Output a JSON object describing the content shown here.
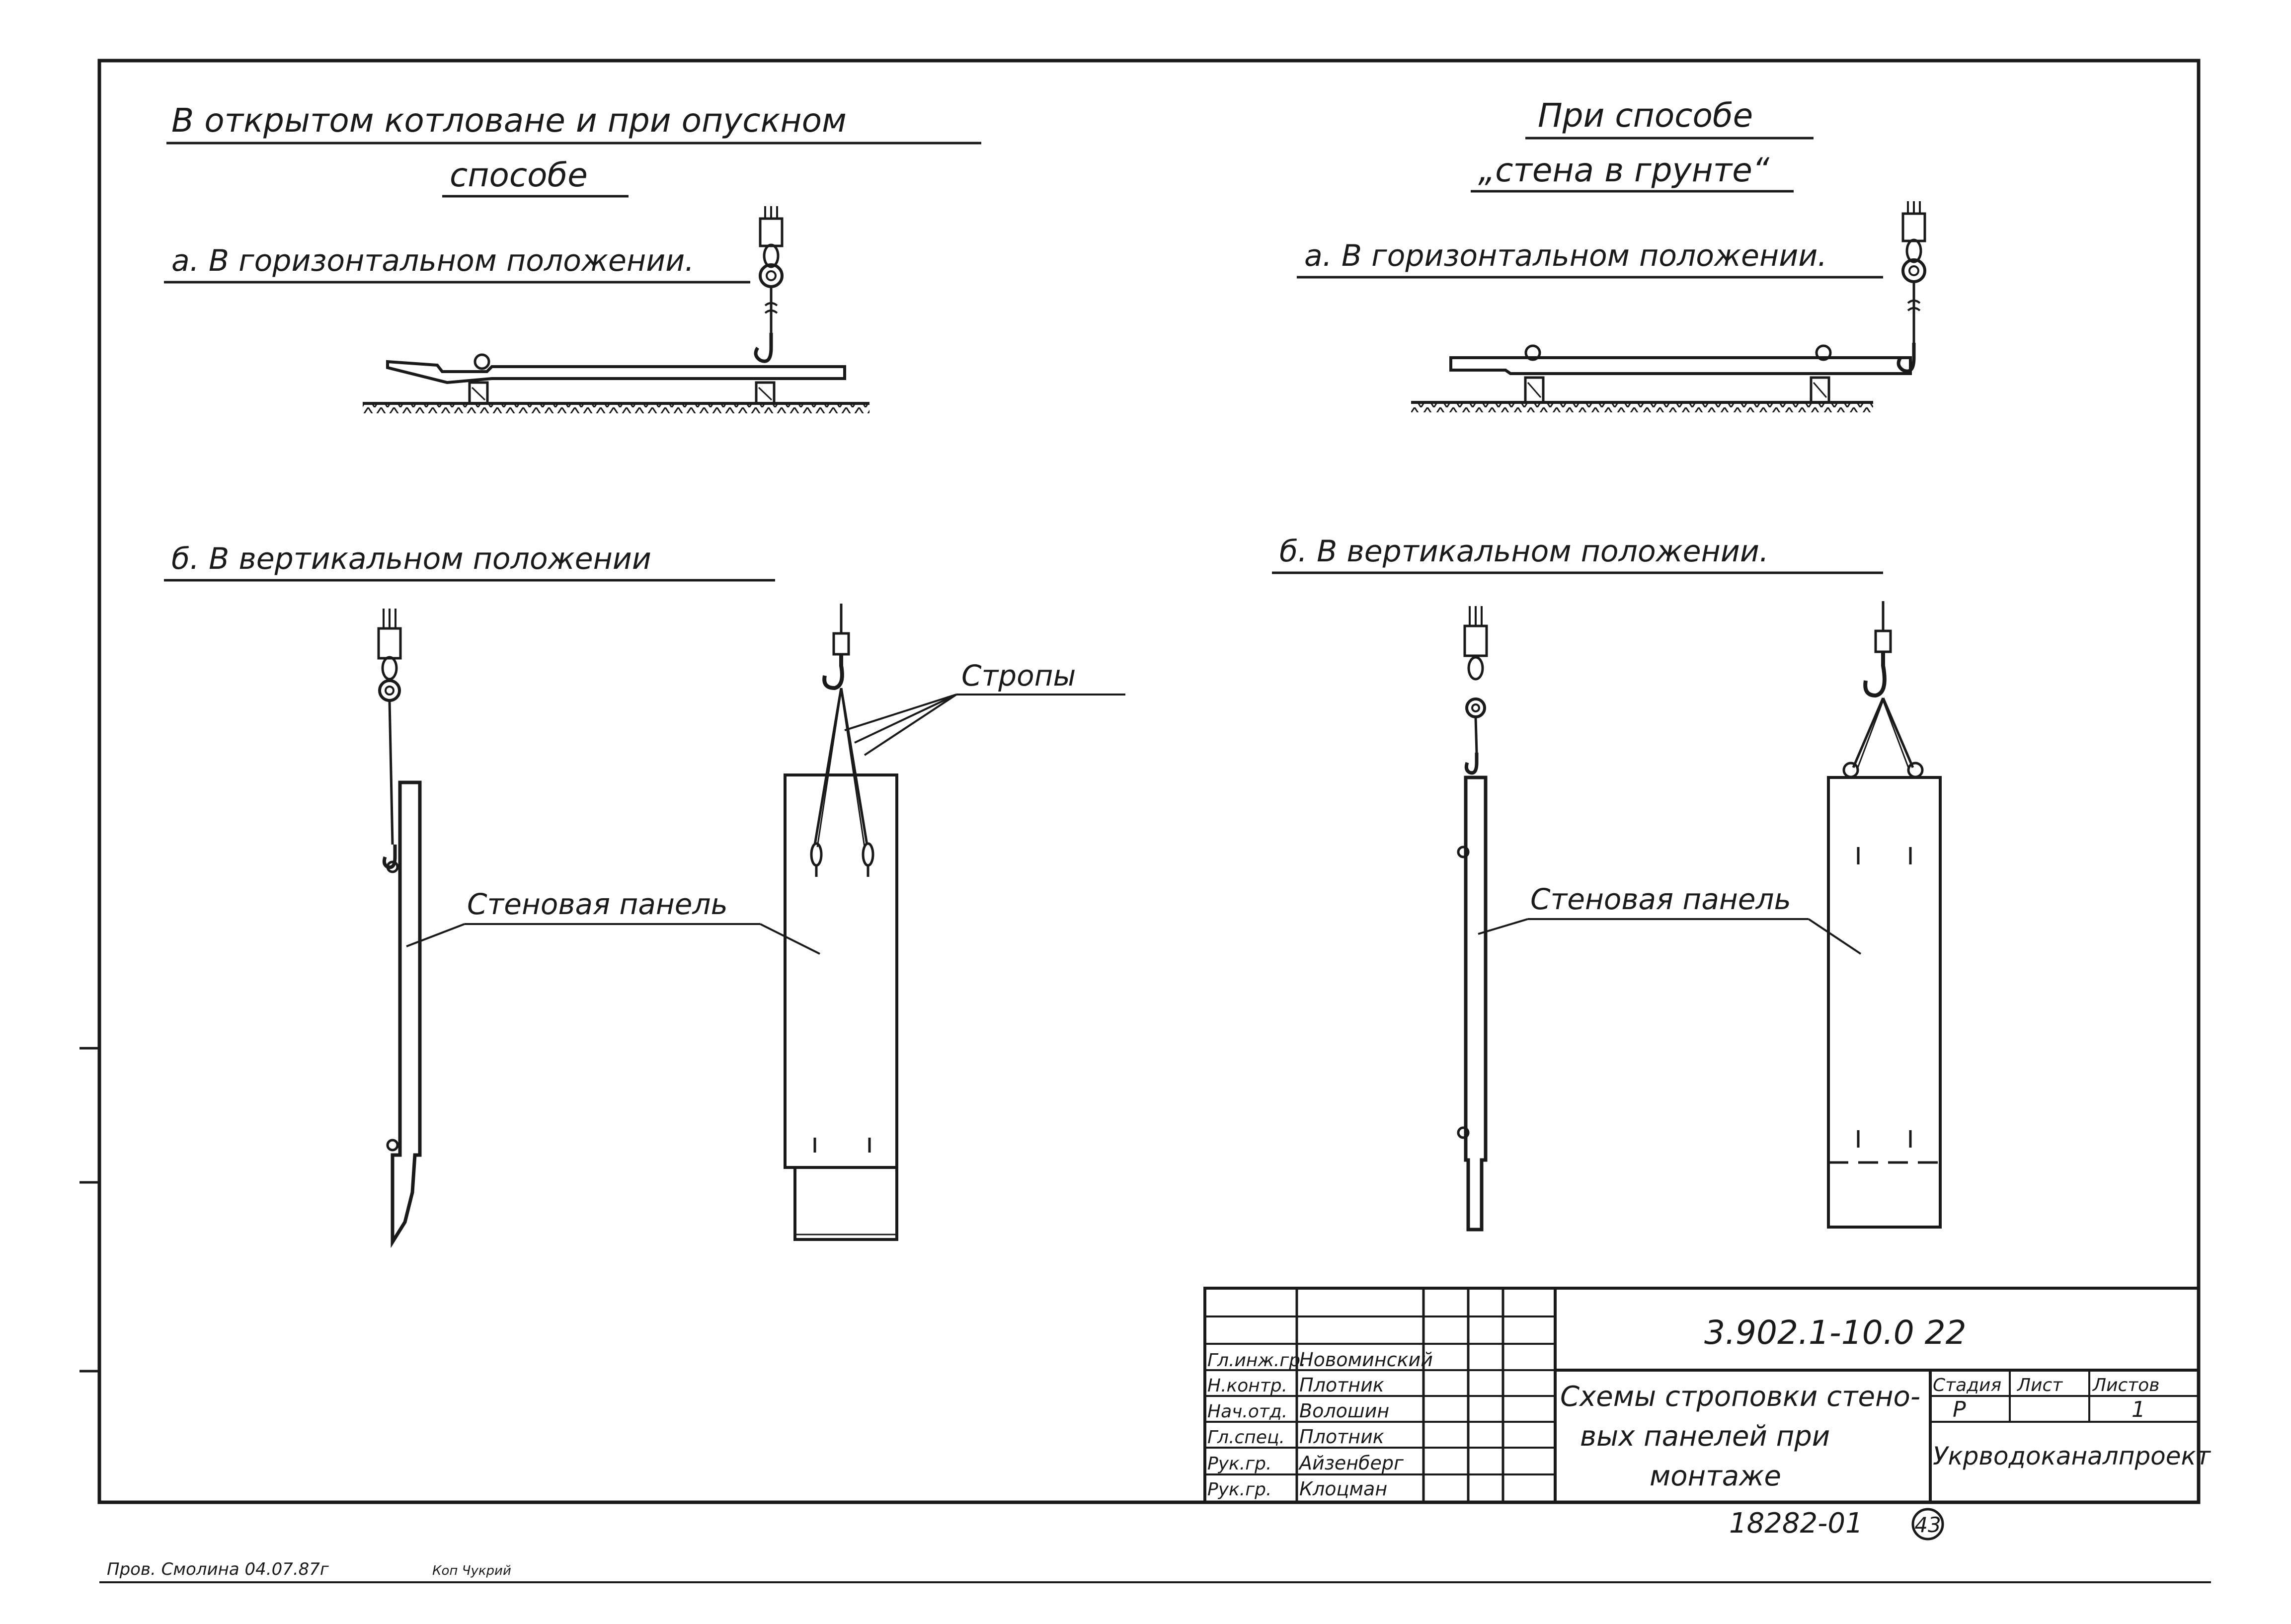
{
  "left_heading": {
    "line1": "В открытом котловане и при опускном",
    "line2": "способе"
  },
  "right_heading": {
    "line1": "При способе",
    "line2": "„стена в грунте“"
  },
  "sections": {
    "left_horizontal": "а. В горизонтальном положении.",
    "left_vertical": "б. В вертикальном положении",
    "right_horizontal": "а. В горизонтальном положении.",
    "right_vertical": "б. В вертикальном положении."
  },
  "callouts": {
    "slings": "Стропы",
    "wall_panel_left": "Стеновая панель",
    "wall_panel_right": "Стеновая панель"
  },
  "title_block": {
    "doc_code": "3.902.1-10.0 22",
    "staff": [
      {
        "role": "Гл.инж.гр.",
        "name": "Новоминский"
      },
      {
        "role": "Н.контр.",
        "name": "Плотник"
      },
      {
        "role": "Нач.отд.",
        "name": "Волошин"
      },
      {
        "role": "Гл.спец.",
        "name": "Плотник"
      },
      {
        "role": "Рук.гр.",
        "name": "Айзенберг"
      },
      {
        "role": "Рук.гр.",
        "name": "Клоцман"
      }
    ],
    "title_line1": "Схемы строповки стено-",
    "title_line2": "вых панелей при",
    "title_line3": "монтаже",
    "stage_label": "Стадия",
    "sheet_label": "Лист",
    "sheets_label": "Листов",
    "stage_value": "Р",
    "sheets_value": "1",
    "organization": "Укрводоканалпроект",
    "order_number": "18282-01",
    "page_number": "43"
  },
  "footer_note": {
    "checked": "Пров. Смолина 04.07.87г",
    "copied": "Коп Чукрий"
  }
}
